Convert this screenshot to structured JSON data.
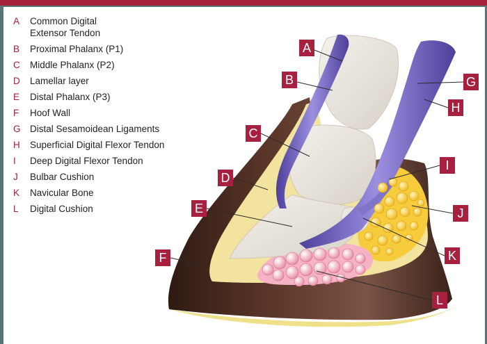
{
  "legend": [
    {
      "letter": "A",
      "text": "Common Digital\nExtensor Tendon"
    },
    {
      "letter": "B",
      "text": "Proximal Phalanx (P1)"
    },
    {
      "letter": "C",
      "text": "Middle Phalanx (P2)"
    },
    {
      "letter": "D",
      "text": "Lamellar layer"
    },
    {
      "letter": "E",
      "text": "Distal Phalanx (P3)"
    },
    {
      "letter": "F",
      "text": "Hoof Wall"
    },
    {
      "letter": "G",
      "text": "Distal Sesamoidean Ligaments"
    },
    {
      "letter": "H",
      "text": "Superficial Digital Flexor Tendon"
    },
    {
      "letter": "I",
      "text": "Deep Digital Flexor Tendon"
    },
    {
      "letter": "J",
      "text": "Bulbar Cushion"
    },
    {
      "letter": "K",
      "text": "Navicular Bone"
    },
    {
      "letter": "L",
      "text": "Digital Cushion"
    }
  ],
  "colors": {
    "accent": "#a31f3c",
    "frame": "#5a7478",
    "hoof_wall": "#4a2a1e",
    "lamellar": "#f3e3a2",
    "bone": "#e7e2da",
    "tendon": "#6e5fb5",
    "cushion": "#f5c842",
    "digital_cushion": "#f2a6b8"
  }
}
